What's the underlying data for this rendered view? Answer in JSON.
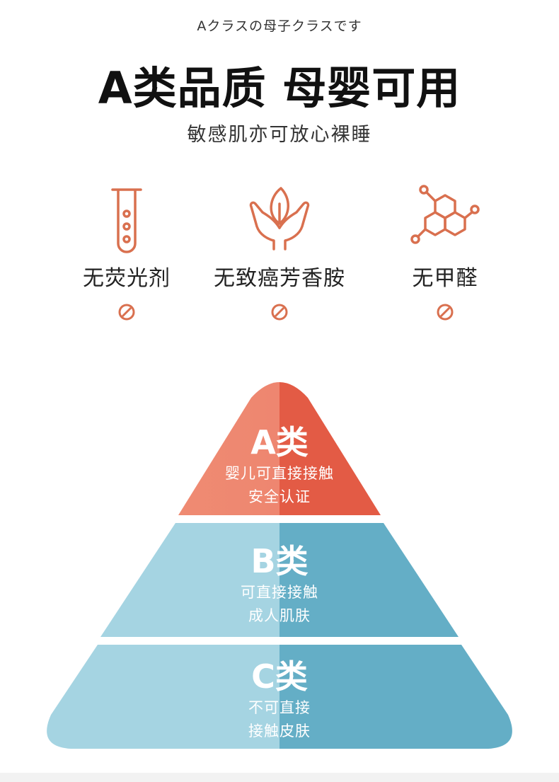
{
  "header": {
    "subtitle_jp": "Aクラスの母子クラスです",
    "headline": "A类品质 母婴可用",
    "tagline": "敏感肌亦可放心裸睡"
  },
  "features": [
    {
      "icon": "test-tube-icon",
      "label": "无荧光剂",
      "badge_icon": "prohibited-icon"
    },
    {
      "icon": "hands-leaf-icon",
      "label": "无致癌芳香胺",
      "badge_icon": "prohibited-icon"
    },
    {
      "icon": "molecule-icon",
      "label": "无甲醛",
      "badge_icon": "prohibited-icon"
    }
  ],
  "pyramid": {
    "tiers": [
      {
        "title": "A类",
        "lines": [
          "婴儿可直接接触",
          "安全认证"
        ]
      },
      {
        "title": "B类",
        "lines": [
          "可直接接触",
          "成人肌肤"
        ]
      },
      {
        "title": "C类",
        "lines": [
          "不可直接",
          "接触皮肤"
        ]
      }
    ]
  },
  "colors": {
    "accent_orange": "#d9704f",
    "tier_a_light": "#ef8b72",
    "tier_a_dark": "#e35b45",
    "tier_bc_light": "#a5d4e2",
    "tier_bc_dark": "#64aec6"
  }
}
